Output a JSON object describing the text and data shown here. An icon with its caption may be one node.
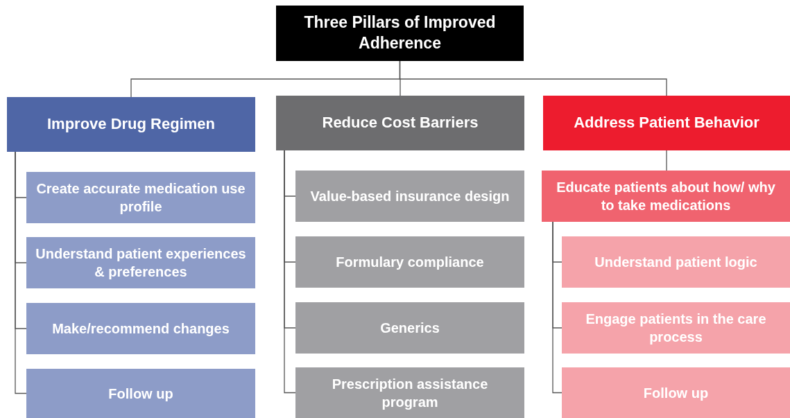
{
  "diagram": {
    "nodes": [
      {
        "text": [
          "Three Pillars of Improved Adherence"
        ]
      },
      {
        "text": [
          "Improve Drug Regimen"
        ]
      },
      {
        "text": [
          "Reduce Cost Barriers"
        ]
      },
      {
        "text": [
          "Address Patient Behavior"
        ]
      },
      {
        "text": [
          "Create accurate medication use profile"
        ]
      },
      {
        "text": [
          "Understand patient experiences & preferences"
        ]
      },
      {
        "text": [
          "Make/recommend changes"
        ]
      },
      {
        "text": [
          "Follow up"
        ]
      },
      {
        "text": [
          "Value-based insurance design"
        ]
      },
      {
        "text": [
          "Formulary compliance"
        ]
      },
      {
        "text": [
          "Generics"
        ]
      },
      {
        "text": [
          "Prescription assistance program"
        ]
      },
      {
        "text": [
          "Educate patients about how/ why to take medications"
        ]
      },
      {
        "text": [
          "Understand patient logic"
        ]
      },
      {
        "text": [
          "Engage patients in the care process"
        ]
      },
      {
        "text": [
          "Follow up"
        ]
      }
    ],
    "edges": [
      {
        "from": 0,
        "to": 1,
        "arrow": "none"
      },
      {
        "from": 0,
        "to": 2,
        "arrow": "none"
      },
      {
        "from": 0,
        "to": 3,
        "arrow": "none"
      },
      {
        "from": 1,
        "to": 4,
        "arrow": "none"
      },
      {
        "from": 1,
        "to": 5,
        "arrow": "none"
      },
      {
        "from": 1,
        "to": 6,
        "arrow": "none"
      },
      {
        "from": 1,
        "to": 7,
        "arrow": "none"
      },
      {
        "from": 2,
        "to": 8,
        "arrow": "none"
      },
      {
        "from": 2,
        "to": 9,
        "arrow": "none"
      },
      {
        "from": 2,
        "to": 10,
        "arrow": "none"
      },
      {
        "from": 2,
        "to": 11,
        "arrow": "none"
      },
      {
        "from": 3,
        "to": 12,
        "arrow": "none"
      },
      {
        "from": 12,
        "to": 13,
        "arrow": "none"
      },
      {
        "from": 12,
        "to": 14,
        "arrow": "none"
      },
      {
        "from": 12,
        "to": 15,
        "arrow": "none"
      }
    ]
  }
}
